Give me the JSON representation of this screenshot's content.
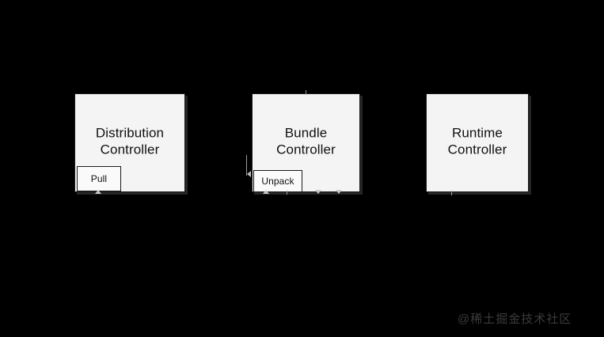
{
  "diagram": {
    "background_color": "#000000",
    "node_fill": "#f4f4f4",
    "node_stroke": "#1a1a1a",
    "text_color": "#111111",
    "nodes": [
      {
        "id": "distribution-controller",
        "title": "Distribution\nController",
        "sub": {
          "id": "pull",
          "label": "Pull"
        }
      },
      {
        "id": "bundle-controller",
        "title": "Bundle\nController",
        "sub": {
          "id": "unpack",
          "label": "Unpack"
        }
      },
      {
        "id": "runtime-controller",
        "title": "Runtime\nController",
        "sub": null
      }
    ]
  },
  "watermark": {
    "text": "@稀土掘金技术社区",
    "color": "#3b3b3b"
  }
}
